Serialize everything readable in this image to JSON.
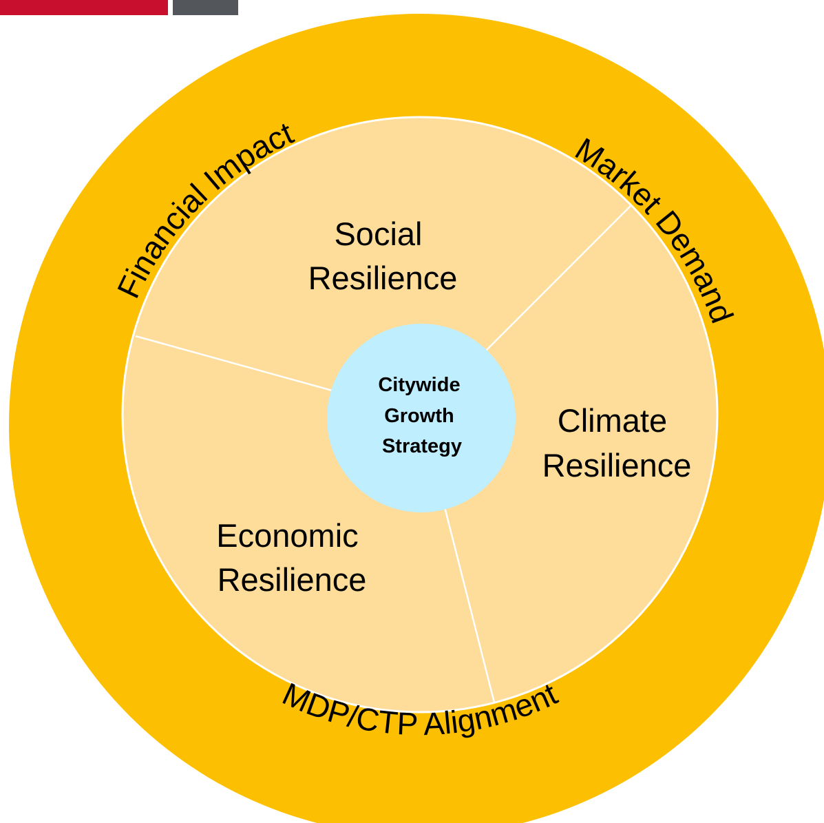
{
  "colors": {
    "outer_ring": "#fcbf01",
    "inner_disk": "#fedc99",
    "divider": "#ffffff",
    "core": "#bfeefe",
    "text": "#000000",
    "header_red": "#c8102e",
    "header_grey": "#53565a"
  },
  "ring_labels": {
    "top_left": "Financial Impact",
    "top_right": "Market Demand",
    "bottom": "MDP/CTP Alignment"
  },
  "segments": {
    "social": [
      "Social",
      "Resilience"
    ],
    "climate": [
      "Climate",
      "Resilience"
    ],
    "economic": [
      "Economic",
      "Resilience"
    ]
  },
  "core": {
    "lines": [
      "Citywide",
      "Growth",
      "Strategy"
    ]
  }
}
